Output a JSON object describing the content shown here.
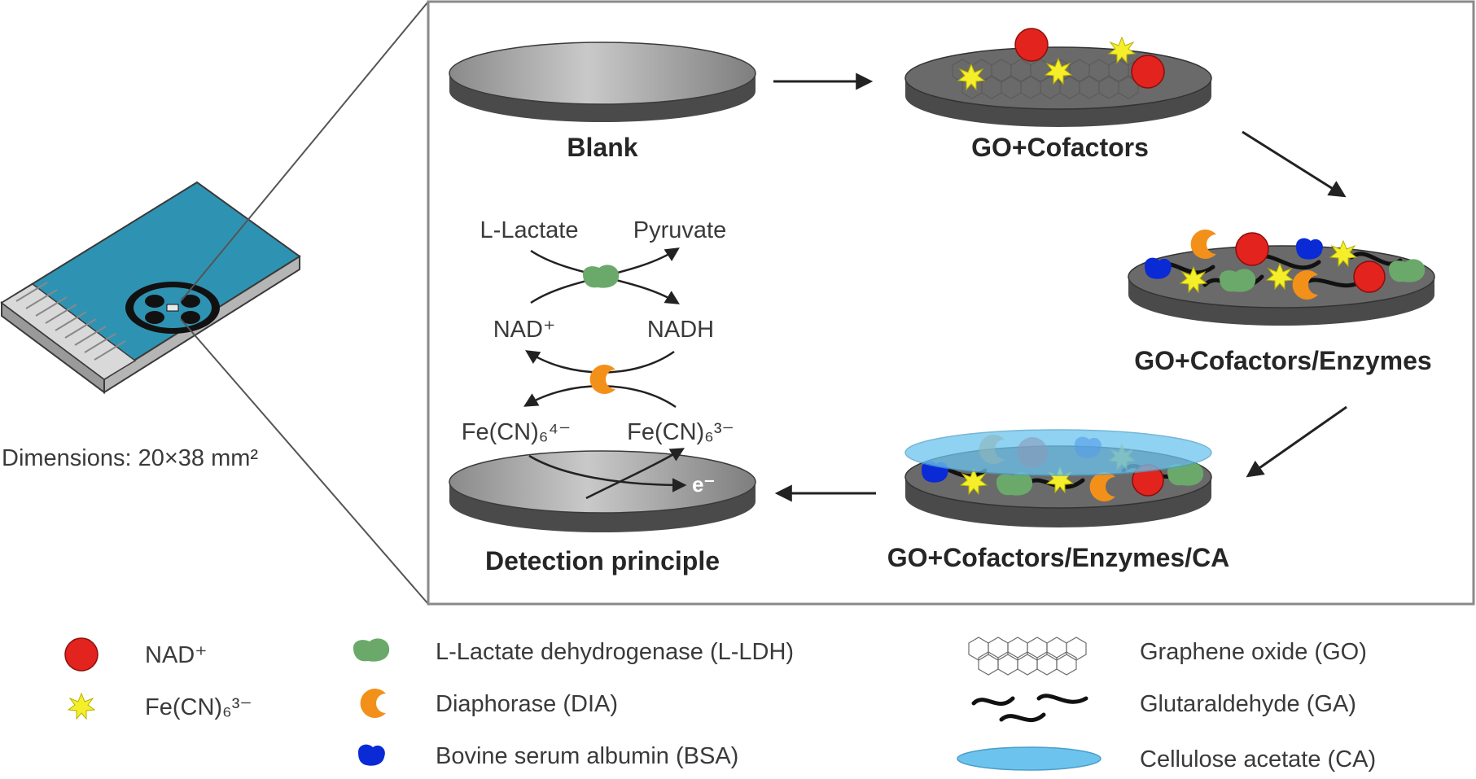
{
  "strip": {
    "dimensions_label": "Dimensions: 20×38 mm²"
  },
  "steps": {
    "blank": "Blank",
    "go_cofactors": "GO+Cofactors",
    "go_cofactors_enzymes": "GO+Cofactors/Enzymes",
    "go_cofactors_enzymes_ca": "GO+Cofactors/Enzymes/CA",
    "detection_principle": "Detection principle"
  },
  "reaction": {
    "lactate": "L-Lactate",
    "pyruvate": "Pyruvate",
    "nad_plus": "NAD⁺",
    "nadh": "NADH",
    "ferrocyanide": "Fe(CN)₆⁴⁻",
    "ferricyanide": "Fe(CN)₆³⁻",
    "electron": "e⁻"
  },
  "legend": {
    "nad": "NAD⁺",
    "ferricyanide": "Fe(CN)₆³⁻",
    "lldh": "L-Lactate dehydrogenase (L-LDH)",
    "dia": "Diaphorase (DIA)",
    "bsa": "Bovine serum albumin (BSA)",
    "go": "Graphene oxide (GO)",
    "ga": "Glutaraldehyde (GA)",
    "ca": "Cellulose acetate (CA)"
  },
  "colors": {
    "nad_red": "#e3231d",
    "fe_yellow": "#f4ef2a",
    "lldh_green": "#6aa96a",
    "dia_orange": "#f39019",
    "bsa_blue": "#0a2ad6",
    "ca_blue": "#6cc3ee",
    "strip_blue": "#2e93b3",
    "disk_gray": "#4a4a4a"
  }
}
